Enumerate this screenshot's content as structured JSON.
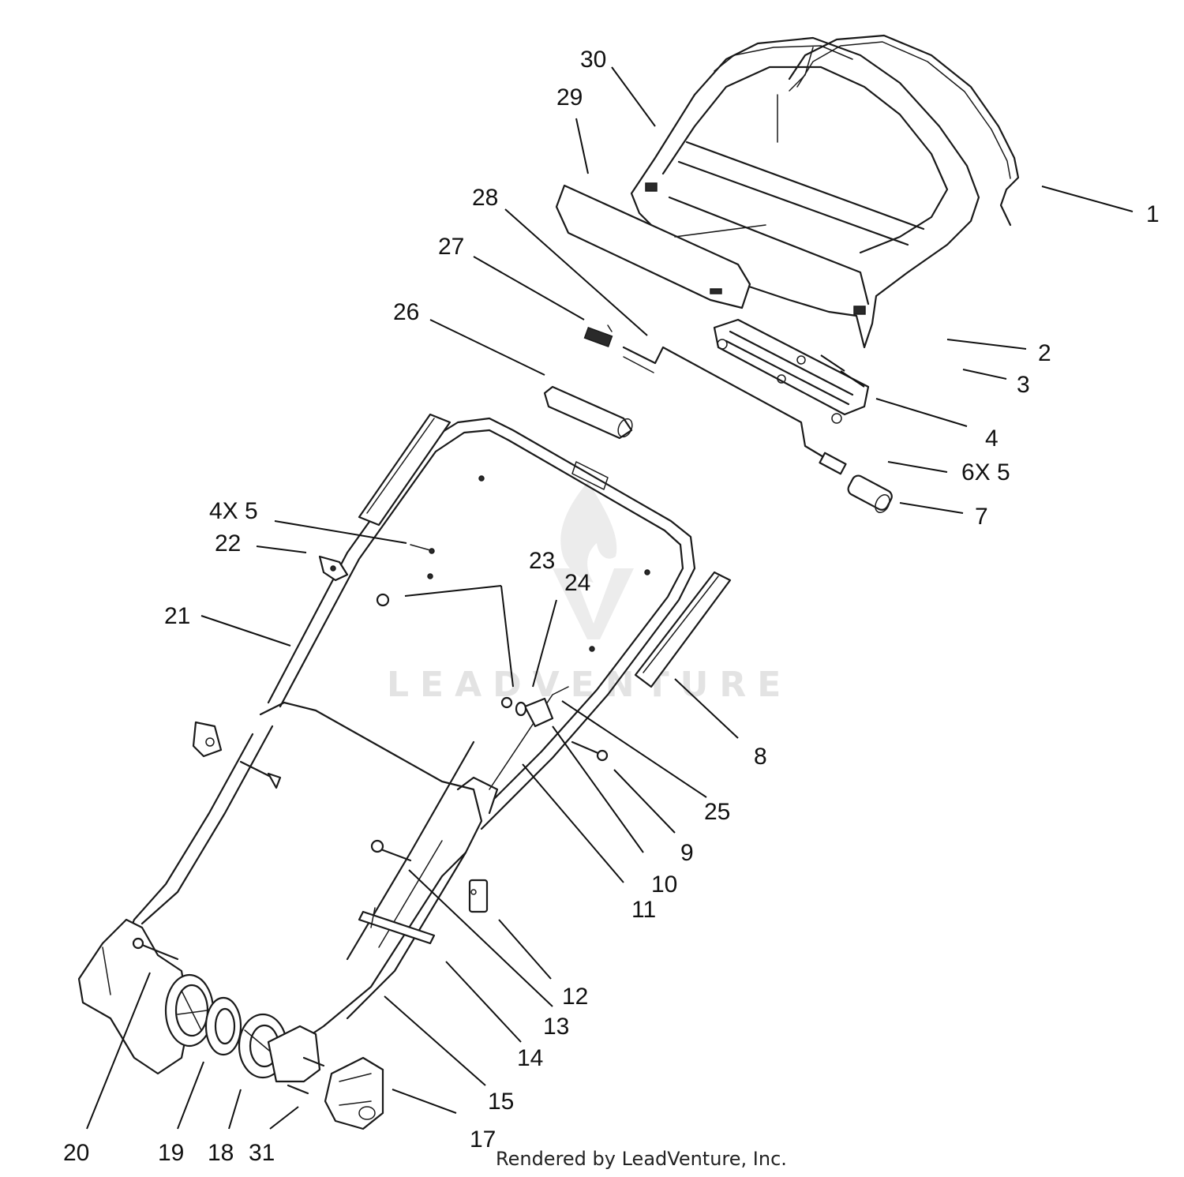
{
  "watermark": {
    "brand": "LEADVENTURE"
  },
  "credit": "Rendered by LeadVenture, Inc.",
  "callouts": [
    {
      "id": "c1",
      "label": "1"
    },
    {
      "id": "c2",
      "label": "2"
    },
    {
      "id": "c3",
      "label": "3"
    },
    {
      "id": "c4",
      "label": "4"
    },
    {
      "id": "c6x5",
      "label": "6X 5"
    },
    {
      "id": "c7",
      "label": "7"
    },
    {
      "id": "c8",
      "label": "8"
    },
    {
      "id": "c9",
      "label": "9"
    },
    {
      "id": "c10",
      "label": "10"
    },
    {
      "id": "c11",
      "label": "11"
    },
    {
      "id": "c12",
      "label": "12"
    },
    {
      "id": "c13",
      "label": "13"
    },
    {
      "id": "c14",
      "label": "14"
    },
    {
      "id": "c15",
      "label": "15"
    },
    {
      "id": "c17",
      "label": "17"
    },
    {
      "id": "c18",
      "label": "18"
    },
    {
      "id": "c19",
      "label": "19"
    },
    {
      "id": "c20",
      "label": "20"
    },
    {
      "id": "c21",
      "label": "21"
    },
    {
      "id": "c22",
      "label": "22"
    },
    {
      "id": "c23",
      "label": "23"
    },
    {
      "id": "c24",
      "label": "24"
    },
    {
      "id": "c25",
      "label": "25"
    },
    {
      "id": "c26",
      "label": "26"
    },
    {
      "id": "c27",
      "label": "27"
    },
    {
      "id": "c28",
      "label": "28"
    },
    {
      "id": "c29",
      "label": "29"
    },
    {
      "id": "c30",
      "label": "30"
    },
    {
      "id": "c31",
      "label": "31"
    },
    {
      "id": "c4x5",
      "label": "4X 5"
    }
  ]
}
